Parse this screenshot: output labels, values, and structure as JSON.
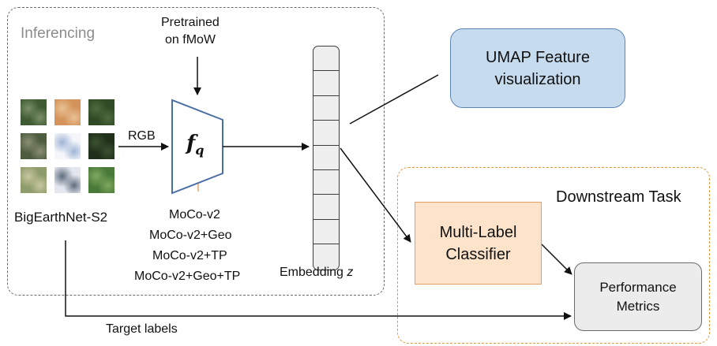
{
  "regions": {
    "inferencing_label": "Inferencing",
    "downstream_label": "Downstream Task"
  },
  "inputs": {
    "pretrained": [
      "Pretrained",
      "on fMoW"
    ],
    "rgb": "RGB",
    "dataset": "BigEarthNet-S2",
    "target_labels": "Target labels"
  },
  "encoder": {
    "symbol": "f",
    "subscript": "q",
    "variants": [
      "MoCo-v2",
      "MoCo-v2+Geo",
      "MoCo-v2+TP",
      "MoCo-v2+Geo+TP"
    ]
  },
  "embedding": {
    "label": "Embedding",
    "symbol": "z",
    "cells": 9
  },
  "boxes": {
    "umap": [
      "UMAP Feature",
      "visualization"
    ],
    "classifier": [
      "Multi-Label",
      "Classifier"
    ],
    "performance": [
      "Performance",
      "Metrics"
    ]
  },
  "colors": {
    "encoder_stroke": "#4a6fa5",
    "umap_fill": "#c7dbef",
    "umap_stroke": "#5d86b8",
    "classifier_fill": "#fde3ca",
    "classifier_stroke": "#e7a064",
    "downstream_border": "#e6963c",
    "inference_border": "#6b6b6b",
    "perf_fill": "#ececec"
  },
  "tiles": [
    {
      "name": "forest-river",
      "base": "#3f5b33",
      "accent": "#7b8f6a"
    },
    {
      "name": "farmland-orange",
      "base": "#d4935a",
      "accent": "#e9c195"
    },
    {
      "name": "dense-forest",
      "base": "#2f4a25",
      "accent": "#4d6b3c"
    },
    {
      "name": "mixed-land",
      "base": "#4d5b3f",
      "accent": "#8a8f73"
    },
    {
      "name": "snow-white",
      "base": "#f4f6fa",
      "accent": "#9fb3d6"
    },
    {
      "name": "dark-forest",
      "base": "#1f2f1a",
      "accent": "#3c5230"
    },
    {
      "name": "fields-patchwork",
      "base": "#8e9b6a",
      "accent": "#c8c7a0"
    },
    {
      "name": "clouds-mountain",
      "base": "#e3e6ee",
      "accent": "#5f6d7e"
    },
    {
      "name": "green-fields",
      "base": "#4a7a3a",
      "accent": "#7ea85f"
    }
  ]
}
